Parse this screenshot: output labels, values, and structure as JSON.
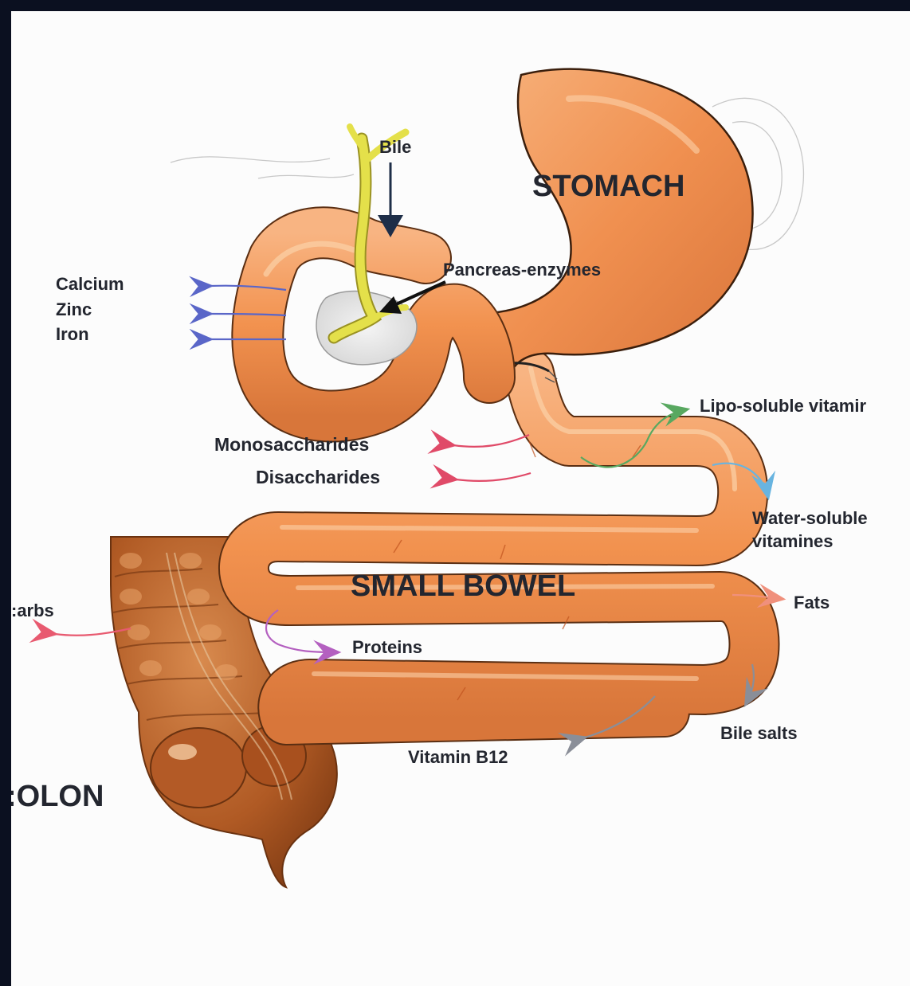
{
  "colors": {
    "frame": "#0b1020",
    "background": "#fcfcfc",
    "stomach": "#f09050",
    "small_bowel": "#f2924f",
    "colon": "#b85c25",
    "bile_duct": "#e4e04a",
    "mineral_arrows": "#5a66c8",
    "sugar_arrows": "#e04a68",
    "lipo_arrow": "#58a860",
    "water_arrow": "#68b4e0",
    "fats_arrow": "#f0907c",
    "protein_arrow": "#b460c0",
    "grey_arrows": "#8a8e98"
  },
  "labels": {
    "bile": "Bile",
    "stomach": "STOMACH",
    "pancreas": "Pancreas-enzymes",
    "calcium": "Calcium",
    "zinc": "Zinc",
    "iron": "Iron",
    "monosaccharides": "Monosaccharides",
    "disaccharides": "Disaccharides",
    "lipo_vitamins": "Lipo-soluble vitamir",
    "water_soluble_line1": "Water-soluble",
    "water_soluble_line2": "vitamines",
    "small_bowel": "SMALL BOWEL",
    "fats": "Fats",
    "carbs": ":arbs",
    "proteins": "Proteins",
    "bile_salts": "Bile salts",
    "vitamin_b12": "Vitamin B12",
    "colon": ":OLON"
  }
}
